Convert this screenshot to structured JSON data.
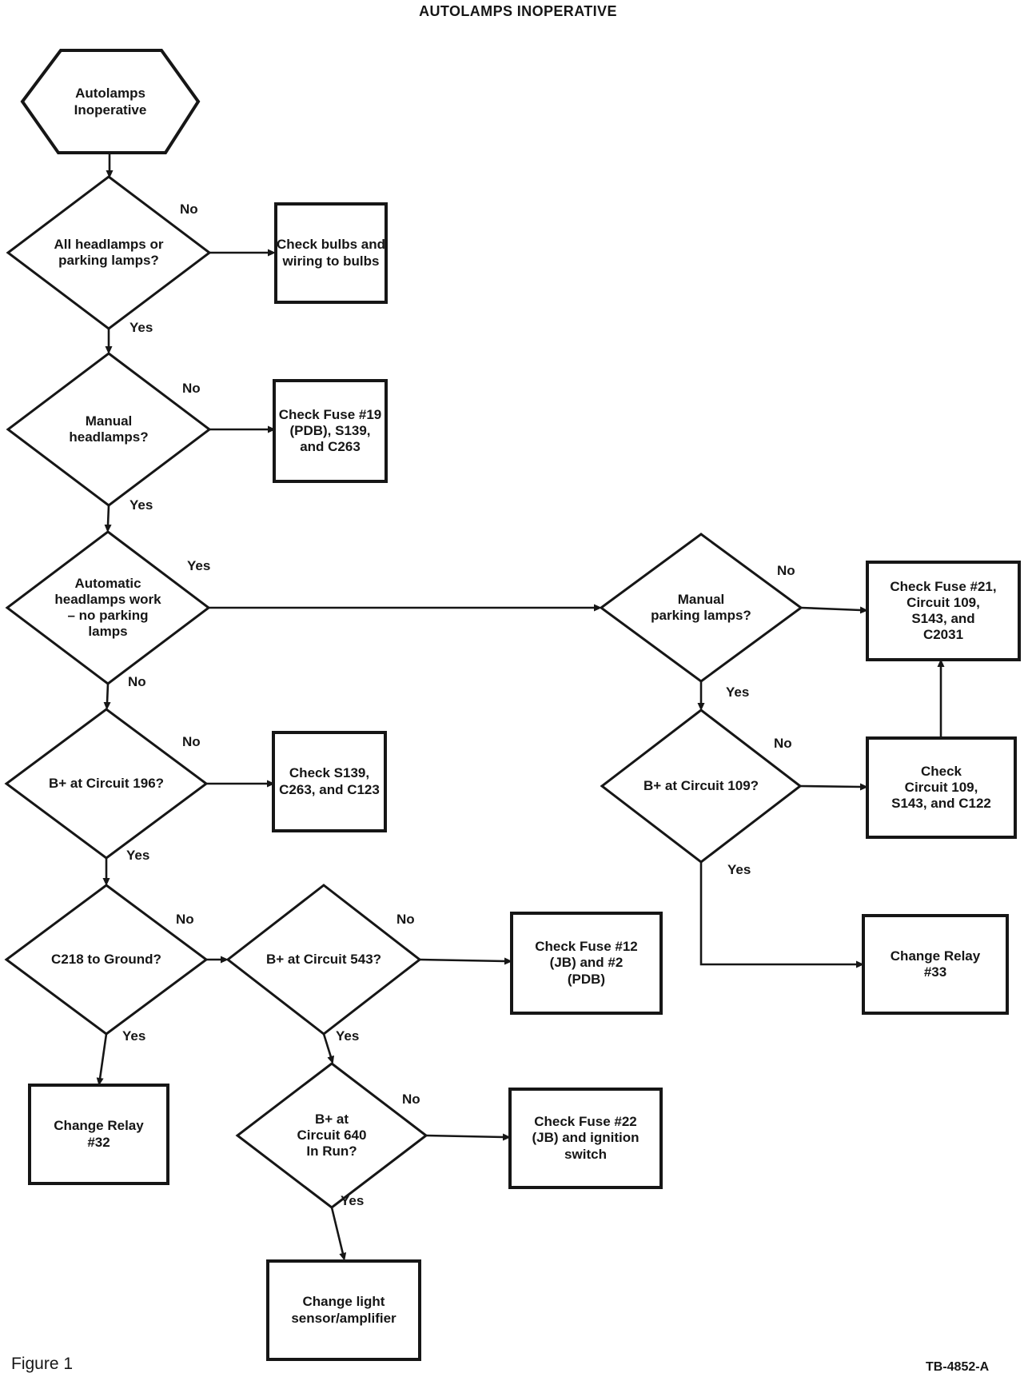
{
  "page": {
    "title": "AUTOLAMPS INOPERATIVE",
    "figure_caption": "Figure 1",
    "doc_number": "TB-4852-A",
    "ink_color": "#161616",
    "background_color": "#ffffff"
  },
  "flowchart": {
    "nodes": [
      {
        "id": "start",
        "shape": "hexagon",
        "text": "Autolamps\nInoperative"
      },
      {
        "id": "q-all-lamps",
        "shape": "diamond",
        "text": "All headlamps or\nparking lamps?"
      },
      {
        "id": "action-check-bulbs",
        "shape": "rect",
        "text": "Check bulbs and\nwiring to bulbs"
      },
      {
        "id": "q-manual-headlamps",
        "shape": "diamond",
        "text": "Manual\nheadlamps?"
      },
      {
        "id": "action-check-fuse-19",
        "shape": "rect",
        "text": "Check Fuse #19\n(PDB), S139,\nand C263"
      },
      {
        "id": "q-auto-headlamps-work",
        "shape": "diamond",
        "text": "Automatic\nheadlamps work\n– no parking\nlamps"
      },
      {
        "id": "q-b-plus-circuit-196",
        "shape": "diamond",
        "text": "B+ at Circuit 196?"
      },
      {
        "id": "action-check-s139",
        "shape": "rect",
        "text": "Check S139,\nC263, and C123"
      },
      {
        "id": "q-c218-to-ground",
        "shape": "diamond",
        "text": "C218 to Ground?"
      },
      {
        "id": "q-b-plus-circuit-543",
        "shape": "diamond",
        "text": "B+ at Circuit 543?"
      },
      {
        "id": "action-check-fuse-12",
        "shape": "rect",
        "text": "Check Fuse #12\n(JB) and #2\n(PDB)"
      },
      {
        "id": "action-change-relay-32",
        "shape": "rect",
        "text": "Change Relay\n#32"
      },
      {
        "id": "q-b-plus-circuit-640",
        "shape": "diamond",
        "text": "B+ at\nCircuit 640\nIn Run?"
      },
      {
        "id": "action-check-fuse-22",
        "shape": "rect",
        "text": "Check Fuse #22\n(JB) and ignition\nswitch"
      },
      {
        "id": "action-change-light-sensor",
        "shape": "rect",
        "text": "Change light\nsensor/amplifier"
      },
      {
        "id": "q-manual-parking-lamps",
        "shape": "diamond",
        "text": "Manual\nparking lamps?"
      },
      {
        "id": "action-check-fuse-21",
        "shape": "rect",
        "text": "Check Fuse #21,\nCircuit 109,\nS143, and\nC2031"
      },
      {
        "id": "q-b-plus-circuit-109",
        "shape": "diamond",
        "text": "B+ at Circuit 109?"
      },
      {
        "id": "action-check-circuit-109",
        "shape": "rect",
        "text": "Check\nCircuit 109,\nS143, and C122"
      },
      {
        "id": "action-change-relay-33",
        "shape": "rect",
        "text": "Change Relay\n#33"
      }
    ],
    "edge_labels": [
      {
        "text": "No"
      },
      {
        "text": "Yes"
      },
      {
        "text": "No"
      },
      {
        "text": "Yes"
      },
      {
        "text": "Yes"
      },
      {
        "text": "No"
      },
      {
        "text": "No"
      },
      {
        "text": "Yes"
      },
      {
        "text": "No"
      },
      {
        "text": "Yes"
      },
      {
        "text": "No"
      },
      {
        "text": "Yes"
      },
      {
        "text": "No"
      },
      {
        "text": "Yes"
      },
      {
        "text": "No"
      },
      {
        "text": "Yes"
      },
      {
        "text": "No"
      },
      {
        "text": "Yes"
      }
    ]
  }
}
